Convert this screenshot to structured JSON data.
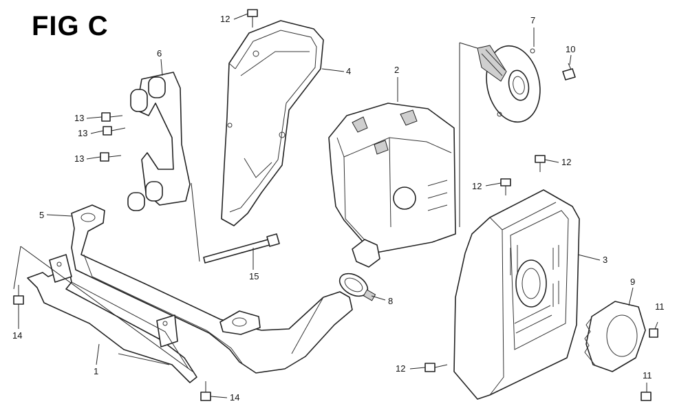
{
  "figure": {
    "title": "FIG C"
  },
  "callouts": {
    "c1": "1",
    "c2": "2",
    "c3": "3",
    "c4": "4",
    "c5": "5",
    "c6": "6",
    "c7": "7",
    "c8": "8",
    "c9": "9",
    "c10": "10",
    "c11a": "11",
    "c11b": "11",
    "c12a": "12",
    "c12b": "12",
    "c12c": "12",
    "c12d": "12",
    "c13a": "13",
    "c13b": "13",
    "c13c": "13",
    "c14a": "14",
    "c14b": "14",
    "c15": "15"
  }
}
